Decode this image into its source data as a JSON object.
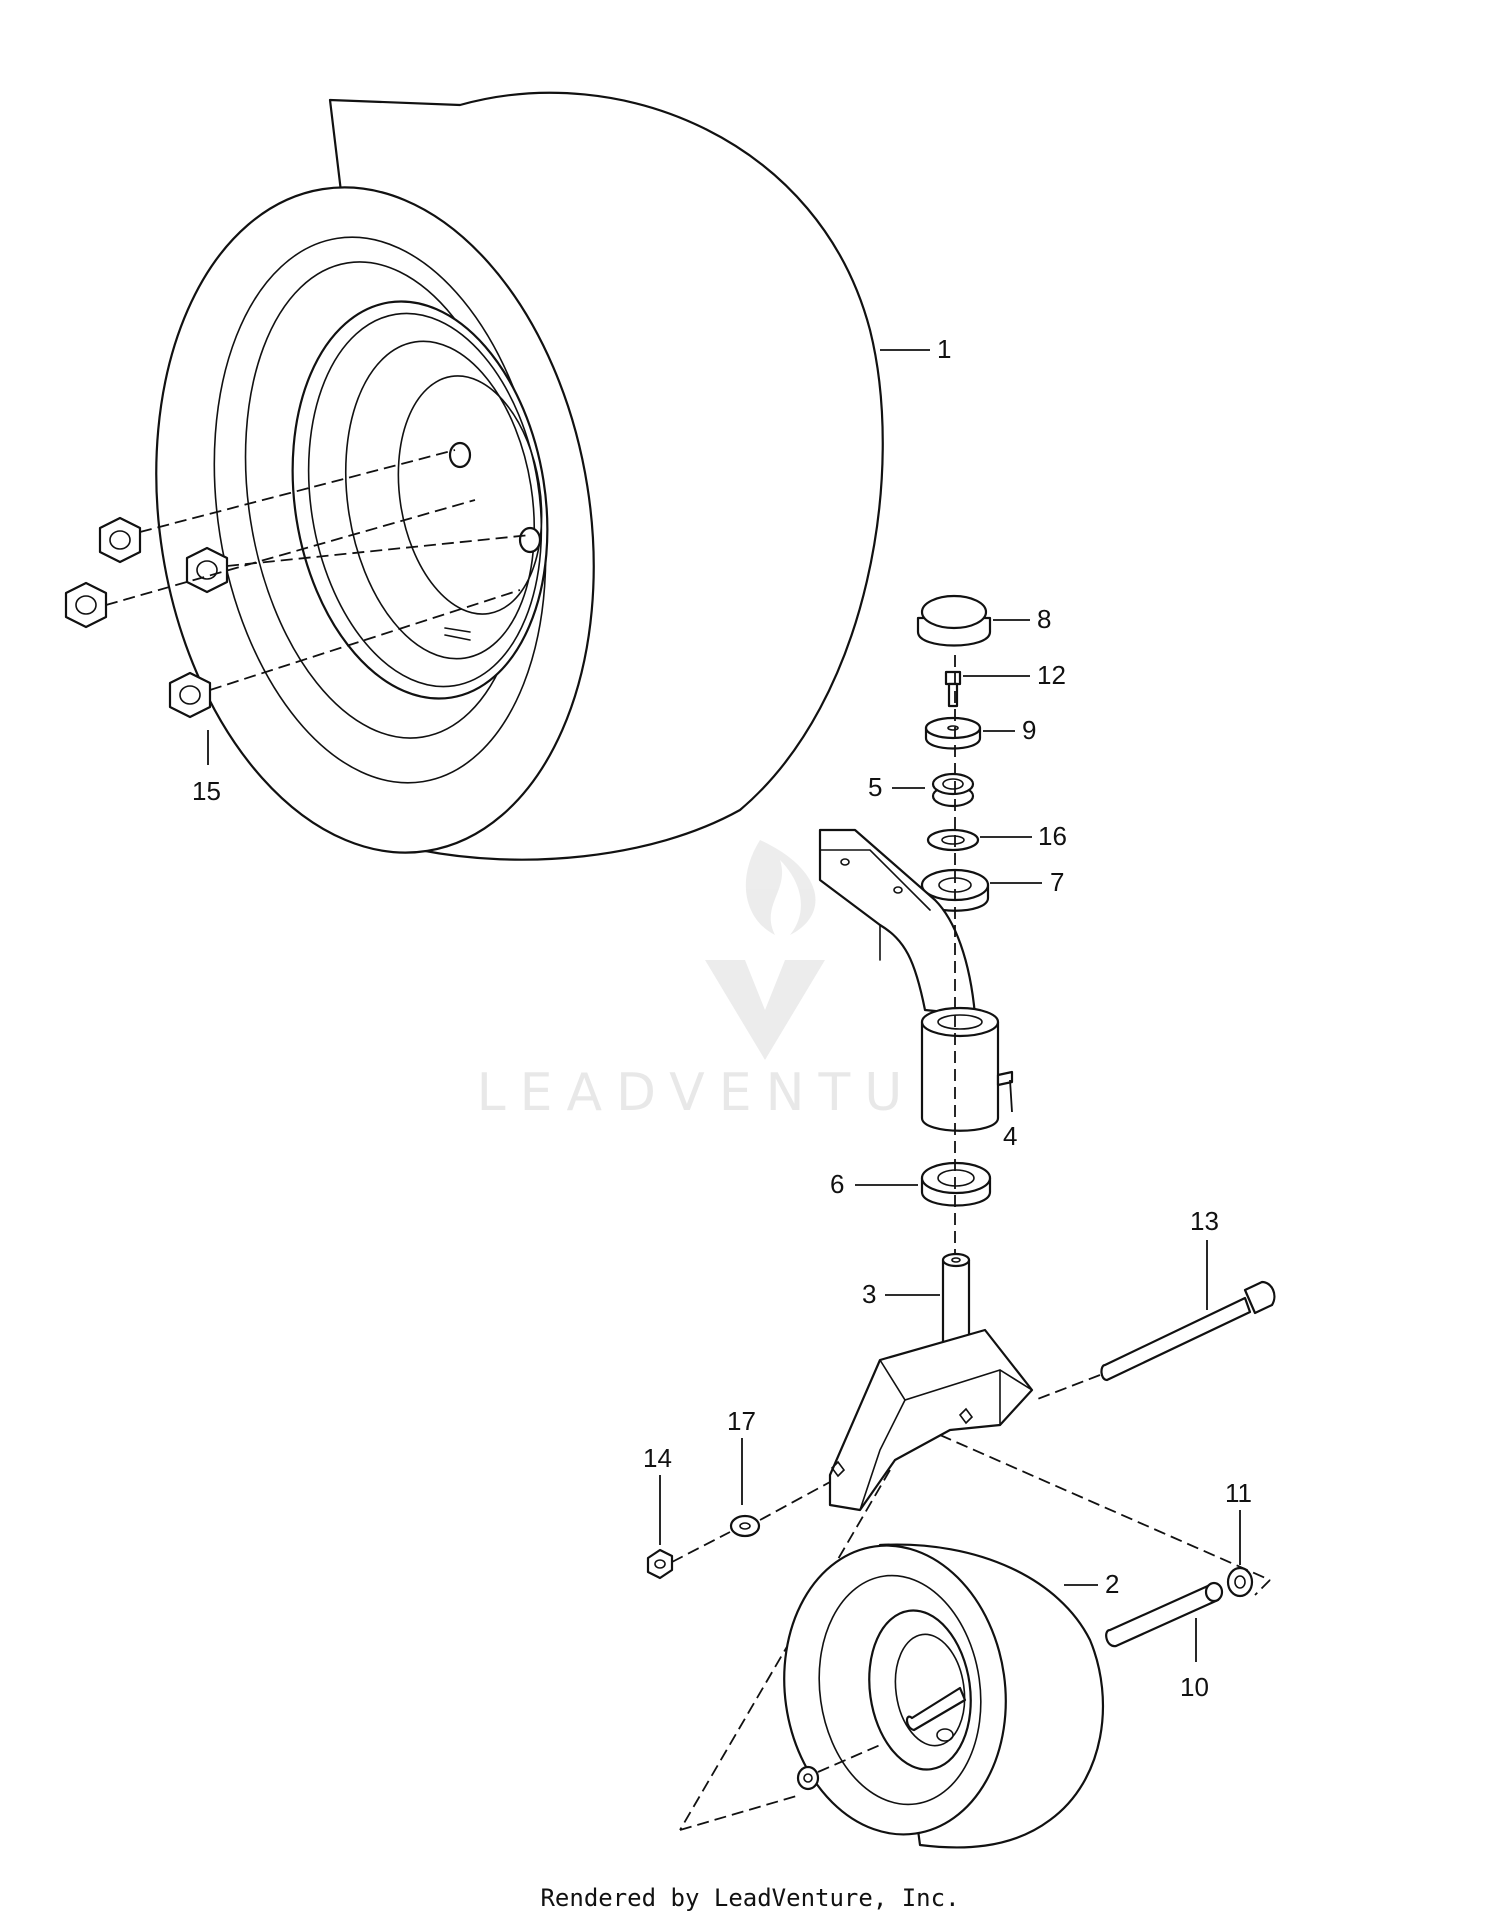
{
  "diagram": {
    "callouts": {
      "c1": "1",
      "c2": "2",
      "c3": "3",
      "c4": "4",
      "c5": "5",
      "c6": "6",
      "c7": "7",
      "c8": "8",
      "c9": "9",
      "c10": "10",
      "c11": "11",
      "c12": "12",
      "c13": "13",
      "c14": "14",
      "c15": "15",
      "c16": "16",
      "c17": "17"
    },
    "watermark": "LEADVENTURE",
    "footer": "Rendered by LeadVenture, Inc."
  }
}
